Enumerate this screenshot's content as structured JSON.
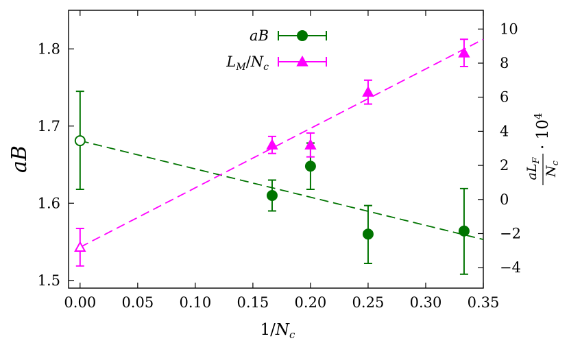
{
  "chart_data": {
    "type": "scatter",
    "xlabel": "1/N_c",
    "ylabel": "aB",
    "y2label": "aL_F/N_c · 10^4",
    "xlim": [
      -0.01,
      0.35
    ],
    "ylim": [
      1.49,
      1.85
    ],
    "y2lim": [
      -5.2,
      11.1
    ],
    "xticks": [
      "0.00",
      "0.05",
      "0.10",
      "0.15",
      "0.20",
      "0.25",
      "0.30",
      "0.35"
    ],
    "yticks": [
      "1.5",
      "1.6",
      "1.7",
      "1.8"
    ],
    "y2ticks": [
      "−4",
      "−2",
      "0",
      "2",
      "4",
      "6",
      "8",
      "10"
    ],
    "legend_position": "top-center",
    "series": [
      {
        "name": "aB",
        "axis": "left",
        "color": "#007400",
        "marker": "circle",
        "points": [
          {
            "x": 0.1667,
            "y": 1.61,
            "lo": 1.59,
            "hi": 1.63
          },
          {
            "x": 0.2,
            "y": 1.648,
            "lo": 1.618,
            "hi": 1.678
          },
          {
            "x": 0.25,
            "y": 1.56,
            "lo": 1.522,
            "hi": 1.597
          },
          {
            "x": 0.3333,
            "y": 1.564,
            "lo": 1.508,
            "hi": 1.619
          }
        ],
        "extrapolated": {
          "x": 0.0,
          "y": 1.681,
          "lo": 1.618,
          "hi": 1.745
        },
        "fit": {
          "x0": 0.0,
          "y0": 1.681,
          "x1": 0.35,
          "y1": 1.553
        }
      },
      {
        "name": "L_M/N_c",
        "axis": "right",
        "color": "#ff00ff",
        "marker": "triangle",
        "points": [
          {
            "x": 0.1667,
            "y": 3.2,
            "lo": 2.7,
            "hi": 3.7
          },
          {
            "x": 0.2,
            "y": 3.2,
            "lo": 2.5,
            "hi": 3.9
          },
          {
            "x": 0.25,
            "y": 6.3,
            "lo": 5.6,
            "hi": 7.0
          },
          {
            "x": 0.3333,
            "y": 8.6,
            "lo": 7.8,
            "hi": 9.4
          }
        ],
        "extrapolated": {
          "x": 0.0,
          "y": -2.8,
          "lo": -3.9,
          "hi": -1.7
        },
        "fit": {
          "x0": 0.0,
          "y0": -2.8,
          "x1": 0.35,
          "y1": 9.4
        }
      }
    ]
  }
}
